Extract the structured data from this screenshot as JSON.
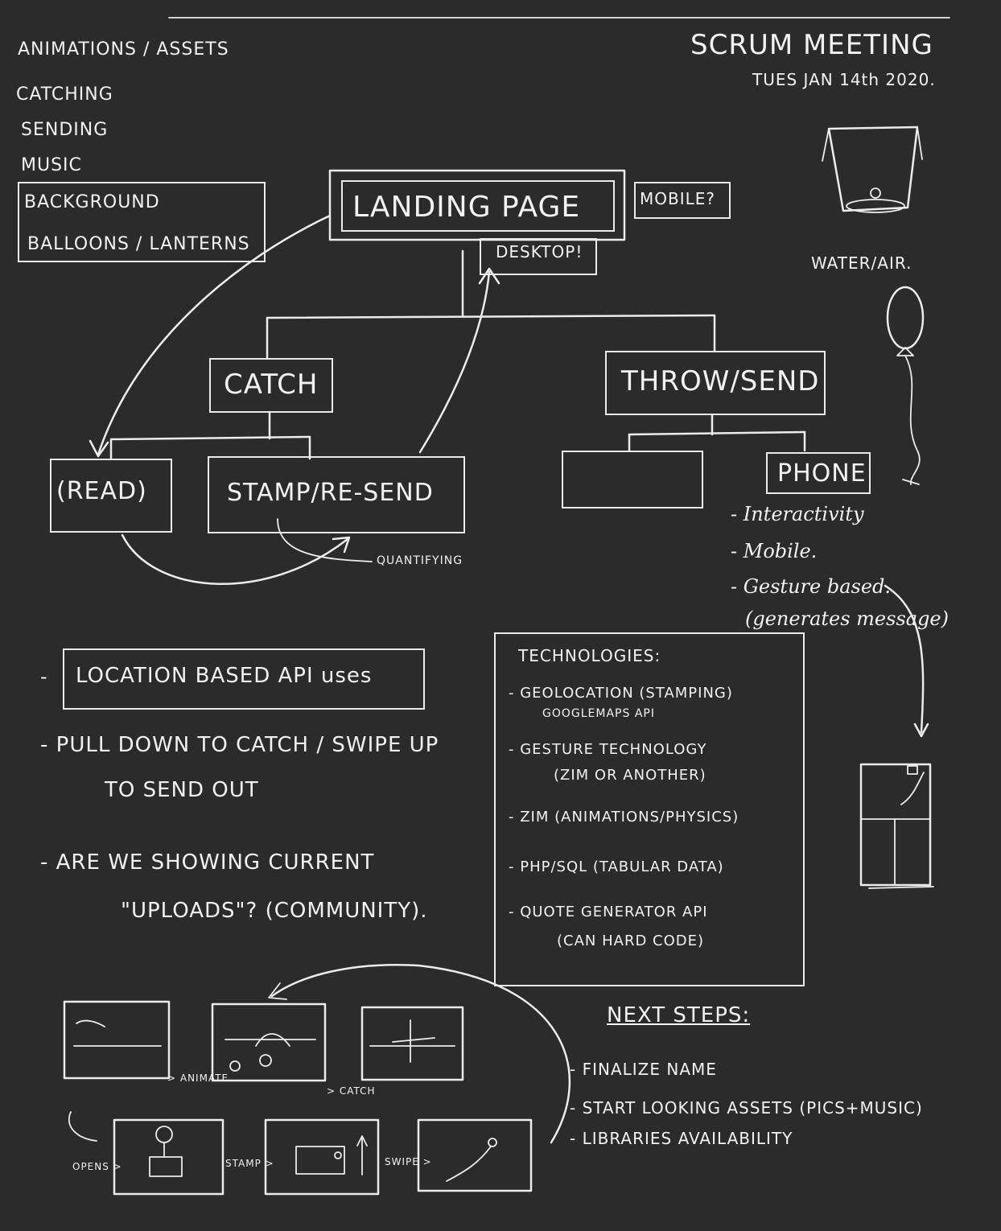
{
  "header": {
    "title": "SCRUM MEETING",
    "date": "TUES JAN 14th 2020."
  },
  "assets": {
    "heading": "ANIMATIONS / ASSETS",
    "items": [
      "CATCHING",
      "SENDING",
      "MUSIC",
      "BACKGROUND",
      "BALLOONS / LANTERNS"
    ]
  },
  "flow": {
    "landing": "LANDING PAGE",
    "mobile": "MOBILE?",
    "desktop": "DESKTOP!",
    "catch": "CATCH",
    "throw": "THROW/SEND",
    "read": "(READ)",
    "stamp": "STAMP/RE-SEND",
    "quantifying": "QUANTIFYING",
    "phone": "PHONE",
    "phone_notes": [
      "- Interactivity",
      "- Mobile.",
      "- Gesture based.",
      "(generates message)"
    ]
  },
  "side": {
    "water_air": "WATER/AIR."
  },
  "notes": {
    "location": "LOCATION BASED API uses",
    "pull_line1": "- PULL DOWN TO CATCH / SWIPE UP",
    "pull_line2": "TO SEND OUT",
    "showing_line1": "- ARE WE SHOWING CURRENT",
    "showing_line2": "\"UPLOADS\"? (COMMUNITY)."
  },
  "technologies": {
    "heading": "TECHNOLOGIES:",
    "items": [
      {
        "line1": "- GEOLOCATION (STAMPING)",
        "line2": "GOOGLEMAPS API"
      },
      {
        "line1": "- GESTURE TECHNOLOGY",
        "line2": "(ZIM OR ANOTHER)"
      },
      {
        "line1": "- ZIM (ANIMATIONS/PHYSICS)",
        "line2": ""
      },
      {
        "line1": "- PHP/SQL (TABULAR DATA)",
        "line2": ""
      },
      {
        "line1": "- QUOTE GENERATOR API",
        "line2": "(CAN HARD CODE)"
      }
    ]
  },
  "next_steps": {
    "heading": "NEXT STEPS:",
    "items": [
      "- FINALIZE NAME",
      "- START LOOKING ASSETS (PICS+MUSIC)",
      "- LIBRARIES AVAILABILITY"
    ]
  },
  "storyboard": {
    "labels": [
      "> ANIMATE",
      "> CATCH",
      "OPENS >",
      "STAMP >",
      "SWIPE >"
    ]
  }
}
